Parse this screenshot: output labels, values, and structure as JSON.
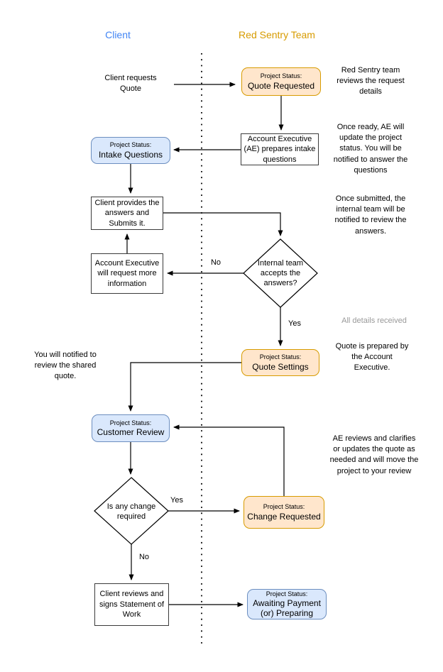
{
  "lanes": {
    "client": {
      "label": "Client",
      "color": "#4285F4"
    },
    "team": {
      "label": "Red Sentry Team",
      "color": "#D79B00"
    }
  },
  "nodes": {
    "client_requests": {
      "text": "Client requests\nQuote"
    },
    "quote_requested": {
      "title": "Project Status:",
      "status": "Quote Requested"
    },
    "ae_prepares": {
      "text": "Account Executive\n(AE) prepares intake\nquestions"
    },
    "intake_questions": {
      "title": "Project Status:",
      "status": "Intake Questions"
    },
    "client_provides": {
      "text": "Client provides the\nanswers and\nSubmits it."
    },
    "ae_more_info": {
      "text": "Account Executive\nwill request more\ninformation"
    },
    "internal_accepts": {
      "text": "Internal team\naccepts the\nanswers?"
    },
    "quote_settings": {
      "title": "Project Status:",
      "status": "Quote Settings"
    },
    "customer_review": {
      "title": "Project Status:",
      "status": "Customer Review"
    },
    "change_required": {
      "text": "Is any change\nrequired"
    },
    "change_requested": {
      "title": "Project Status:",
      "status": "Change Requested"
    },
    "client_signs": {
      "text": "Client reviews and\nsigns Statement of\nWork"
    },
    "awaiting_payment": {
      "title": "Project Status:",
      "status": "Awaiting Payment\n(or) Preparing"
    }
  },
  "edge_labels": {
    "accept_no": "No",
    "accept_yes": "Yes",
    "change_yes": "Yes",
    "change_no": "No"
  },
  "annotations": {
    "reviews_request": "Red Sentry team\nreviews the request\ndetails",
    "once_ready": "Once ready, AE will\nupdate the project\nstatus. You will be\nnotified to answer the\nquestions",
    "once_submitted": "Once submitted, the\ninternal team will be\nnotified to review the\nanswers.",
    "all_details": "All details received",
    "quote_prepared": "Quote is prepared by\nthe Account\nExecutive.",
    "ae_reviews": "AE reviews and clarifies\nor updates the quote as\nneeded and will move the\nproject to your review",
    "you_will_notified": "You will notified to\nreview the shared\nquote."
  },
  "colors": {
    "status_orange_fill": "#FFE6CC",
    "status_orange_border": "#D79B00",
    "status_blue_fill": "#DAE8FC",
    "status_blue_border": "#6C8EBF",
    "client_header": "#4285F4",
    "team_header": "#D79B00",
    "muted_text": "#999999"
  }
}
